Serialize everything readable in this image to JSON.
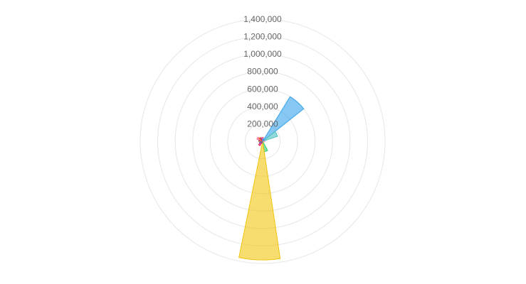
{
  "chart_data": {
    "type": "polarArea",
    "title": "",
    "r_ticks": [
      "200,000",
      "400,000",
      "600,000",
      "800,000",
      "1,000,000",
      "1,200,000",
      "1,400,000"
    ],
    "r_tick_values": [
      200000,
      400000,
      600000,
      800000,
      1000000,
      1200000,
      1400000
    ],
    "r_max": 1400000,
    "grid": true,
    "legend": "none",
    "slices": [
      {
        "value": 600000,
        "color": "#36a2eb"
      },
      {
        "value": 180000,
        "color": "#4bc0c0"
      },
      {
        "value": 25000,
        "color": "#9966ff"
      },
      {
        "value": 20000,
        "color": "#c9cbcf"
      },
      {
        "value": 15000,
        "color": "#ff9f40"
      },
      {
        "value": 18000,
        "color": "#ffcd56"
      },
      {
        "value": 120000,
        "color": "#2ecc71"
      },
      {
        "value": 1360000,
        "color": "#f1c40f"
      },
      {
        "value": 25000,
        "color": "#36a2eb"
      },
      {
        "value": 60000,
        "color": "#e91e63"
      },
      {
        "value": 40000,
        "color": "#8e44ad"
      },
      {
        "value": 20000,
        "color": "#4bc0c0"
      },
      {
        "value": 45000,
        "color": "#8b4513"
      },
      {
        "value": 70000,
        "color": "#ff6384"
      },
      {
        "value": 50000,
        "color": "#d35400"
      },
      {
        "value": 40000,
        "color": "#9c27b0"
      },
      {
        "value": 45000,
        "color": "#ff6384"
      },
      {
        "value": 30000,
        "color": "#36a2eb"
      }
    ]
  }
}
